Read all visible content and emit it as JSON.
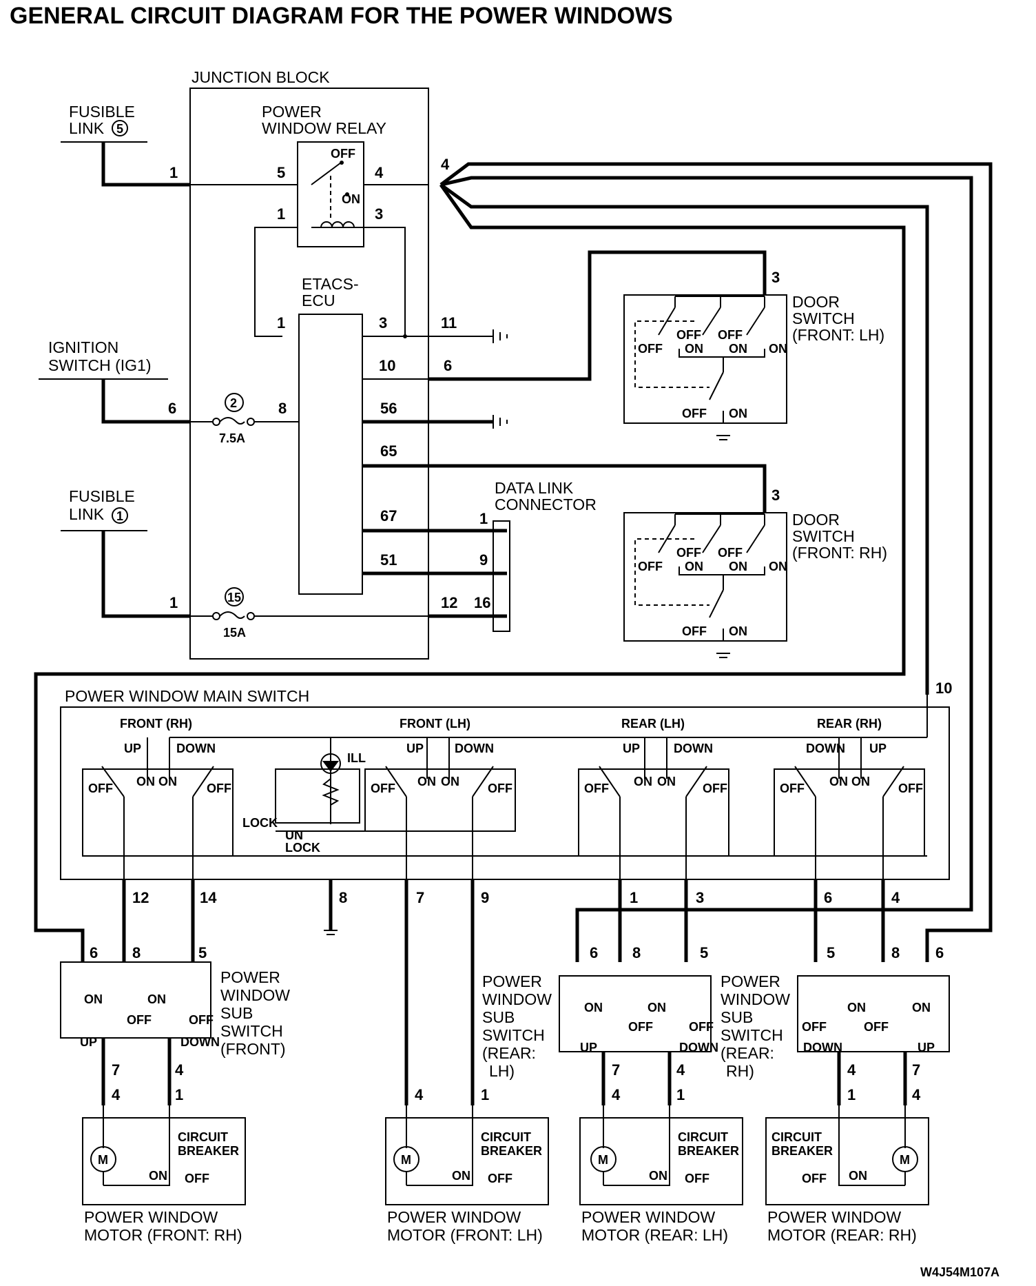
{
  "title": "GENERAL CIRCUIT DIAGRAM FOR THE POWER WINDOWS",
  "code": "W4J54M107A",
  "labels": {
    "junction_block": "JUNCTION BLOCK",
    "relay_l1": "POWER",
    "relay_l2": "WINDOW RELAY",
    "fusible5_l1": "FUSIBLE",
    "fusible5_l2": "LINK",
    "fusible5_num": "5",
    "fusible1_l1": "FUSIBLE",
    "fusible1_l2": "LINK",
    "fusible1_num": "1",
    "ign_l1": "IGNITION",
    "ign_l2": "SWITCH (IG1)",
    "etacs_l1": "ETACS-",
    "etacs_l2": "ECU",
    "fuse2_num": "2",
    "fuse2_rating": "7.5A",
    "fuse15_num": "15",
    "fuse15_rating": "15A",
    "dlc_l1": "DATA LINK",
    "dlc_l2": "CONNECTOR",
    "doorlh_l1": "DOOR",
    "doorlh_l2": "SWITCH",
    "doorlh_l3": "(FRONT: LH)",
    "doorrh_l1": "DOOR",
    "doorrh_l2": "SWITCH",
    "doorrh_l3": "(FRONT: RH)",
    "main_switch": "POWER WINDOW MAIN SWITCH",
    "ms_front_rh": "FRONT (RH)",
    "ms_front_lh": "FRONT (LH)",
    "ms_rear_lh": "REAR (LH)",
    "ms_rear_rh": "REAR (RH)",
    "up": "UP",
    "down": "DOWN",
    "on": "ON",
    "off": "OFF",
    "ill": "ILL",
    "lock": "LOCK",
    "un": "UN",
    "unlock": "LOCK",
    "sub_front": [
      "POWER",
      "WINDOW",
      "SUB",
      "SWITCH",
      "(FRONT)"
    ],
    "sub_rear_lh": [
      "POWER",
      "WINDOW",
      "SUB",
      "SWITCH",
      "(REAR:",
      "LH)"
    ],
    "sub_rear_rh": [
      "POWER",
      "WINDOW",
      "SUB",
      "SWITCH",
      "(REAR:",
      "RH)"
    ],
    "cb_l1": "CIRCUIT",
    "cb_l2": "BREAKER",
    "motor_m": "M",
    "motor_front_rh": [
      "POWER WINDOW",
      "MOTOR (FRONT: RH)"
    ],
    "motor_front_lh": [
      "POWER WINDOW",
      "MOTOR (FRONT: LH)"
    ],
    "motor_rear_lh": [
      "POWER WINDOW",
      "MOTOR (REAR: LH)"
    ],
    "motor_rear_rh": [
      "POWER WINDOW",
      "MOTOR (REAR: RH)"
    ]
  },
  "pins": {
    "jb_f5": "1",
    "relay_5": "5",
    "relay_4": "4",
    "jb_out4": "4",
    "relay_1": "1",
    "relay_3": "3",
    "ecu_1": "1",
    "ecu_3": "3",
    "jb_11": "11",
    "ecu_10": "10",
    "jb_6r": "6",
    "jb_ign6": "6",
    "ecu_8": "8",
    "ecu_56": "56",
    "ecu_65": "65",
    "ecu_67": "67",
    "ecu_51": "51",
    "jb_f1": "1",
    "jb_12": "12",
    "dlc_1": "1",
    "dlc_9": "9",
    "dlc_16": "16",
    "doorlh_3": "3",
    "doorrh_3": "3",
    "ms_10": "10",
    "ms_12": "12",
    "ms_14": "14",
    "ms_8": "8",
    "ms_7": "7",
    "ms_9": "9",
    "ms_1": "1",
    "ms_3": "3",
    "ms_6": "6",
    "ms_4": "4",
    "sf_6": "6",
    "sf_8": "8",
    "sf_5": "5",
    "sf_7": "7",
    "sf_4": "4",
    "srl_6": "6",
    "srl_8": "8",
    "srl_5": "5",
    "srl_7": "7",
    "srl_4": "4",
    "srr_5": "5",
    "srr_8": "8",
    "srr_6": "6",
    "srr_4": "4",
    "srr_7": "7",
    "mfr_4": "4",
    "mfr_1": "1",
    "mfl_4": "4",
    "mfl_1": "1",
    "mrl_4": "4",
    "mrl_1": "1",
    "mrr_1": "1",
    "mrr_4": "4"
  }
}
